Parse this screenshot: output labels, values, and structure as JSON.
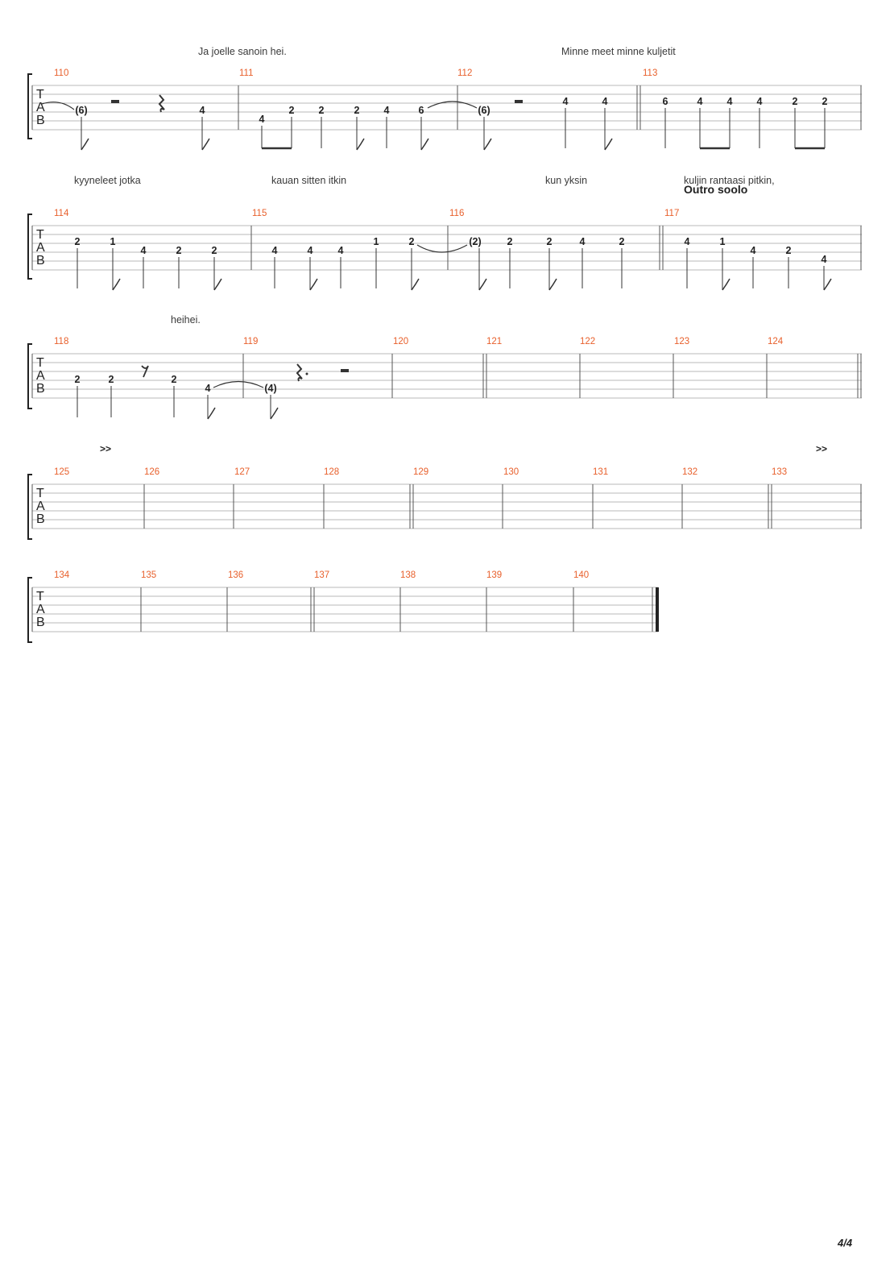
{
  "page": {
    "number": "4/4"
  },
  "systems": [
    {
      "measures": [
        "110",
        "111",
        "112",
        "113"
      ],
      "lyrics": [
        "Ja joelle sanoin hei.",
        "Minne meet minne kuljetit"
      ],
      "frets": [
        "(6)",
        "4",
        "4",
        "2",
        "2",
        "2",
        "4",
        "6",
        "(6)",
        "4",
        "4",
        "6",
        "4",
        "4",
        "4",
        "2",
        "2"
      ]
    },
    {
      "measures": [
        "114",
        "115",
        "116",
        "117"
      ],
      "lyrics": [
        "kyyneleet jotka",
        "kauan sitten itkin",
        "kun yksin",
        "kuljin rantaasi pitkin,"
      ],
      "section_label": "Outro soolo",
      "frets": [
        "2",
        "1",
        "4",
        "2",
        "2",
        "4",
        "4",
        "4",
        "1",
        "2",
        "(2)",
        "2",
        "2",
        "4",
        "2",
        "4",
        "1",
        "4",
        "2",
        "4"
      ]
    },
    {
      "measures": [
        "118",
        "119",
        "120",
        "121",
        "122",
        "123",
        "124"
      ],
      "lyrics": [
        "heihei."
      ],
      "frets": [
        "2",
        "2",
        "2",
        "4",
        "(4)"
      ]
    },
    {
      "measures": [
        "125",
        "126",
        "127",
        "128",
        "129",
        "130",
        "131",
        "132",
        "133"
      ],
      "accents": [
        ">>",
        ">>"
      ]
    },
    {
      "measures": [
        "134",
        "135",
        "136",
        "137",
        "138",
        "139",
        "140"
      ]
    }
  ],
  "tab_clef": [
    "T",
    "A",
    "B"
  ],
  "colors": {
    "measure_number": "#e8602c",
    "staff_line": "#b8b8b8",
    "ink": "#222222"
  }
}
